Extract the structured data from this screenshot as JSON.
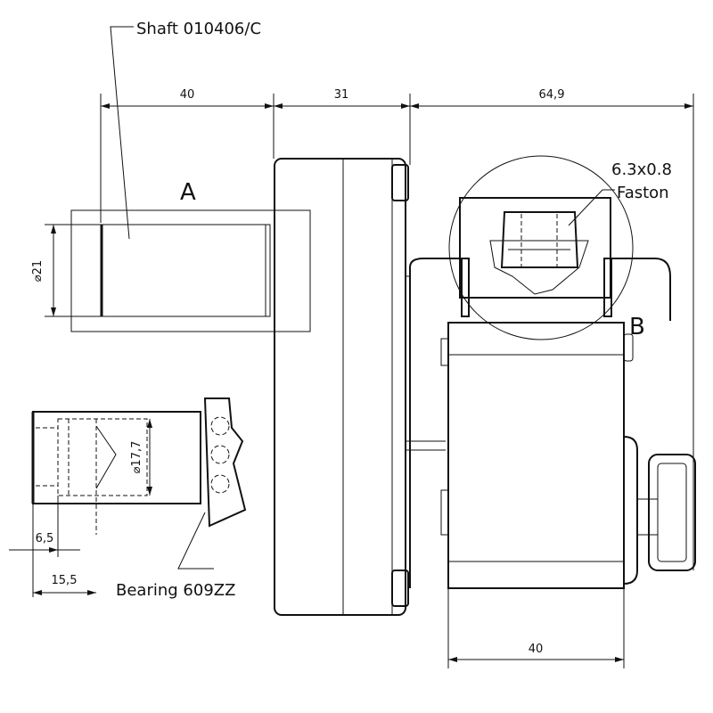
{
  "drawing": {
    "callouts": {
      "shaft": "Shaft 010406/C",
      "bearing": "Bearing 609ZZ",
      "faston_line1": "6.3x0.8",
      "faston_line2": "Faston",
      "detail_a": "A",
      "detail_b": "B"
    },
    "dimensions": {
      "shaft_length": "40",
      "gearbox_width": "31",
      "motor_width": "64,9",
      "shaft_diameter": "⌀21",
      "bore_diameter": "⌀17,7",
      "bore_depth_1": "6,5",
      "bore_depth_2": "15,5",
      "coil_width": "40"
    }
  }
}
